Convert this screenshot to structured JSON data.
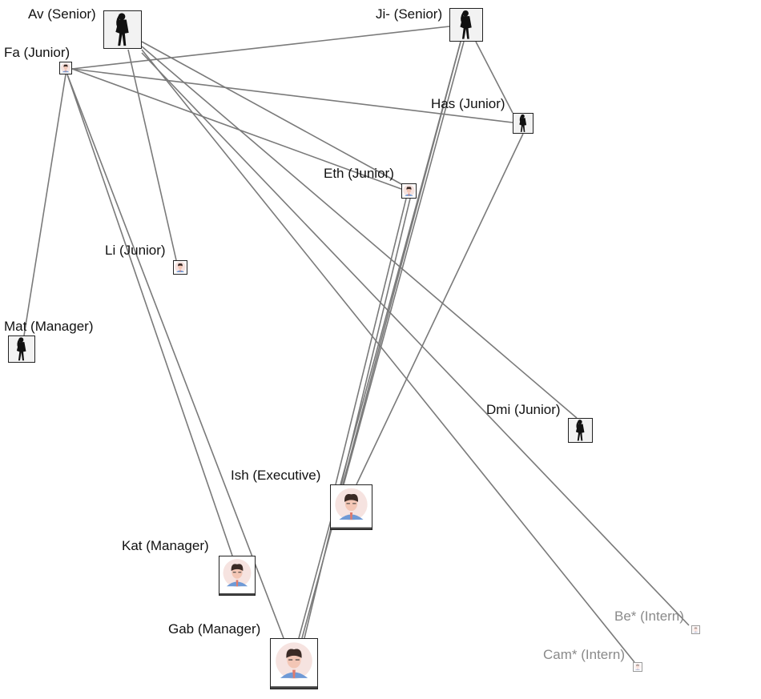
{
  "graph": {
    "nodes": [
      {
        "id": "av",
        "label": "Av (Senior)",
        "kind": "silhouette",
        "faded": false
      },
      {
        "id": "ji",
        "label": "Ji- (Senior)",
        "kind": "silhouette",
        "faded": false
      },
      {
        "id": "fa",
        "label": "Fa (Junior)",
        "kind": "avatar",
        "faded": false
      },
      {
        "id": "has",
        "label": "Has (Junior)",
        "kind": "silhouette",
        "faded": false
      },
      {
        "id": "eth",
        "label": "Eth (Junior)",
        "kind": "avatar",
        "faded": false
      },
      {
        "id": "li",
        "label": "Li (Junior)",
        "kind": "avatar",
        "faded": false
      },
      {
        "id": "mat",
        "label": "Mat (Manager)",
        "kind": "silhouette",
        "faded": false
      },
      {
        "id": "dmi",
        "label": "Dmi (Junior)",
        "kind": "silhouette",
        "faded": false
      },
      {
        "id": "ish",
        "label": "Ish (Executive)",
        "kind": "avatar",
        "faded": false
      },
      {
        "id": "kat",
        "label": "Kat (Manager)",
        "kind": "avatar",
        "faded": false
      },
      {
        "id": "gab",
        "label": "Gab (Manager)",
        "kind": "avatar",
        "faded": false
      },
      {
        "id": "be",
        "label": "Be* (Intern)",
        "kind": "avatar",
        "faded": true
      },
      {
        "id": "cam",
        "label": "Cam* (Intern)",
        "kind": "avatar",
        "faded": true
      }
    ],
    "edges": [
      [
        "fa",
        "ji"
      ],
      [
        "fa",
        "has"
      ],
      [
        "fa",
        "eth"
      ],
      [
        "fa",
        "mat"
      ],
      [
        "fa",
        "kat"
      ],
      [
        "fa",
        "gab"
      ],
      [
        "av",
        "li"
      ],
      [
        "av",
        "eth"
      ],
      [
        "av",
        "dmi"
      ],
      [
        "av",
        "cam"
      ],
      [
        "av",
        "be"
      ],
      [
        "ji",
        "has"
      ],
      [
        "ji",
        "ish"
      ],
      [
        "ji",
        "gab"
      ],
      [
        "ji",
        "gab"
      ],
      [
        "has",
        "gab"
      ],
      [
        "eth",
        "gab"
      ],
      [
        "eth",
        "ish"
      ]
    ],
    "colors": {
      "edge": "#7a7a7a",
      "label": "#111111",
      "label_faded": "#8a8a8a",
      "box_border": "#222222",
      "box_border_faded": "#9a9a9a",
      "silhouette": "#111111",
      "skin": "#f3c6b5",
      "avatar_bg": "#f6e3e0",
      "hair": "#3a2a25",
      "shirt": "#6f9ad6",
      "tie": "#e07a6b"
    }
  }
}
